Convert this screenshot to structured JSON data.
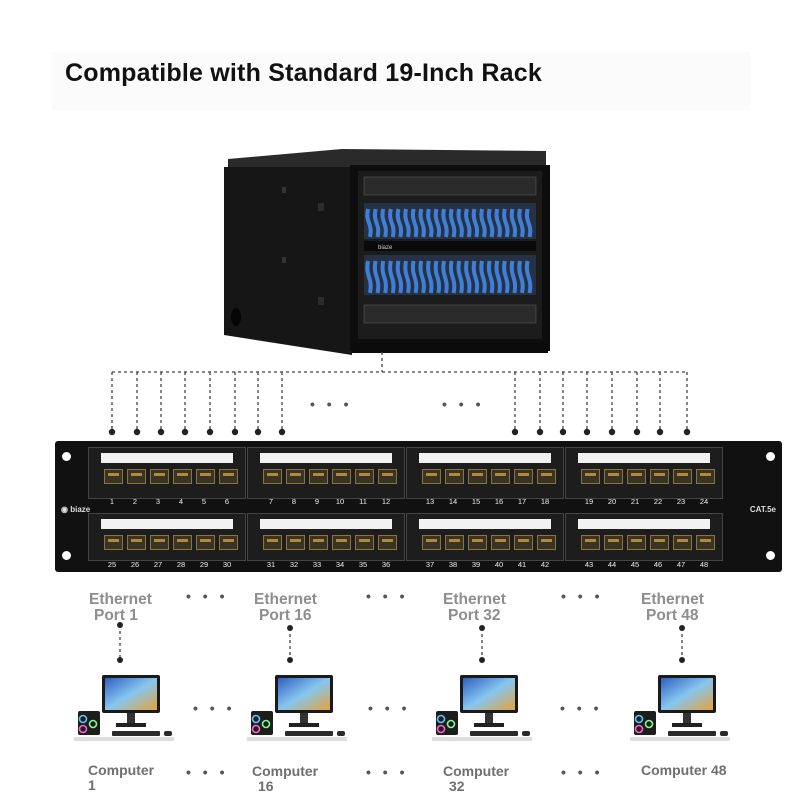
{
  "title": "Compatible with Standard 19-Inch Rack",
  "ellipsis": "• • •",
  "panel": {
    "brand": "biaze",
    "category": "CAT.5e",
    "top_row_numbers": [
      "1",
      "2",
      "3",
      "4",
      "5",
      "6",
      "7",
      "8",
      "9",
      "10",
      "11",
      "12",
      "13",
      "14",
      "15",
      "16",
      "17",
      "18",
      "19",
      "20",
      "21",
      "22",
      "23",
      "24"
    ],
    "bottom_row_numbers": [
      "25",
      "26",
      "27",
      "28",
      "29",
      "30",
      "31",
      "32",
      "33",
      "34",
      "35",
      "36",
      "37",
      "38",
      "39",
      "40",
      "41",
      "42",
      "43",
      "44",
      "45",
      "46",
      "47",
      "48"
    ]
  },
  "ports": [
    {
      "line1": "Ethernet",
      "line2": "Port 1"
    },
    {
      "line1": "Ethernet",
      "line2": "Port 16"
    },
    {
      "line1": "Ethernet",
      "line2": "Port 32"
    },
    {
      "line1": "Ethernet",
      "line2": "Port 48"
    }
  ],
  "computers": [
    {
      "line1": "Computer",
      "line2": "1"
    },
    {
      "line1": "Computer",
      "line2": "16"
    },
    {
      "line1": "Computer",
      "line2": "32"
    },
    {
      "line1": "Computer 48",
      "line2": ""
    }
  ],
  "colors": {
    "cable_blue": "#3f7fd8",
    "panel_black": "#111111",
    "port_label_gray": "#8e8e8e",
    "computer_label_gray": "#6f6f6f"
  }
}
